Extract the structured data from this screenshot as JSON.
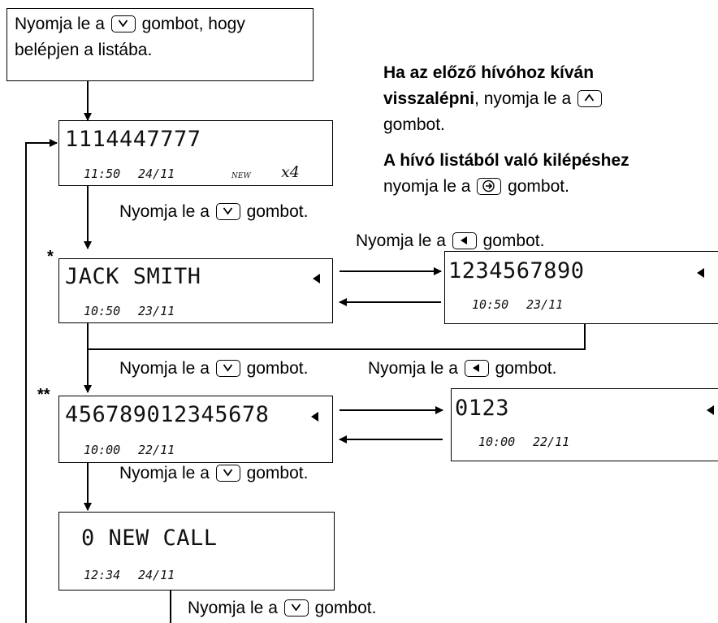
{
  "intro": {
    "line1_pre": "Nyomja le a",
    "line1_post": "gombot, hogy",
    "line2": "belépjen a listába."
  },
  "side_notes": {
    "back_bold_1": "Ha az előző hívóhoz kíván",
    "back_bold_2": "visszalépni",
    "back_rest": ", nyomja le a",
    "back_tail": "gombot.",
    "exit_bold": "A hívó listából való kilépéshez",
    "exit_pre": "nyomja le a",
    "exit_post": "gombot."
  },
  "instruction": {
    "pre": "Nyomja le a",
    "post": "gombot."
  },
  "screens": {
    "s1": {
      "number": "1114447777",
      "time": "11:50",
      "date": "24/11",
      "new_tag": "NEW",
      "count": "x4"
    },
    "s2": {
      "mark": "*",
      "name": "JACK SMITH",
      "time": "10:50",
      "date": "23/11"
    },
    "s2b": {
      "number": "1234567890",
      "time": "10:50",
      "date": "23/11"
    },
    "s3": {
      "mark": "**",
      "number": "456789012345678",
      "time": "10:00",
      "date": "22/11"
    },
    "s3b": {
      "number": "0123",
      "time": "10:00",
      "date": "22/11"
    },
    "s4": {
      "text": "0 NEW CALL",
      "time": "12:34",
      "date": "24/11"
    }
  },
  "icons": {
    "down_key": "chevron-down-key-icon",
    "up_key": "chevron-up-key-icon",
    "left_key": "left-triangle-key-icon",
    "exit_key": "exit-arrow-key-icon",
    "more_indicator": "left-triangle-icon",
    "connector_arrow": "arrow-right-icon"
  }
}
